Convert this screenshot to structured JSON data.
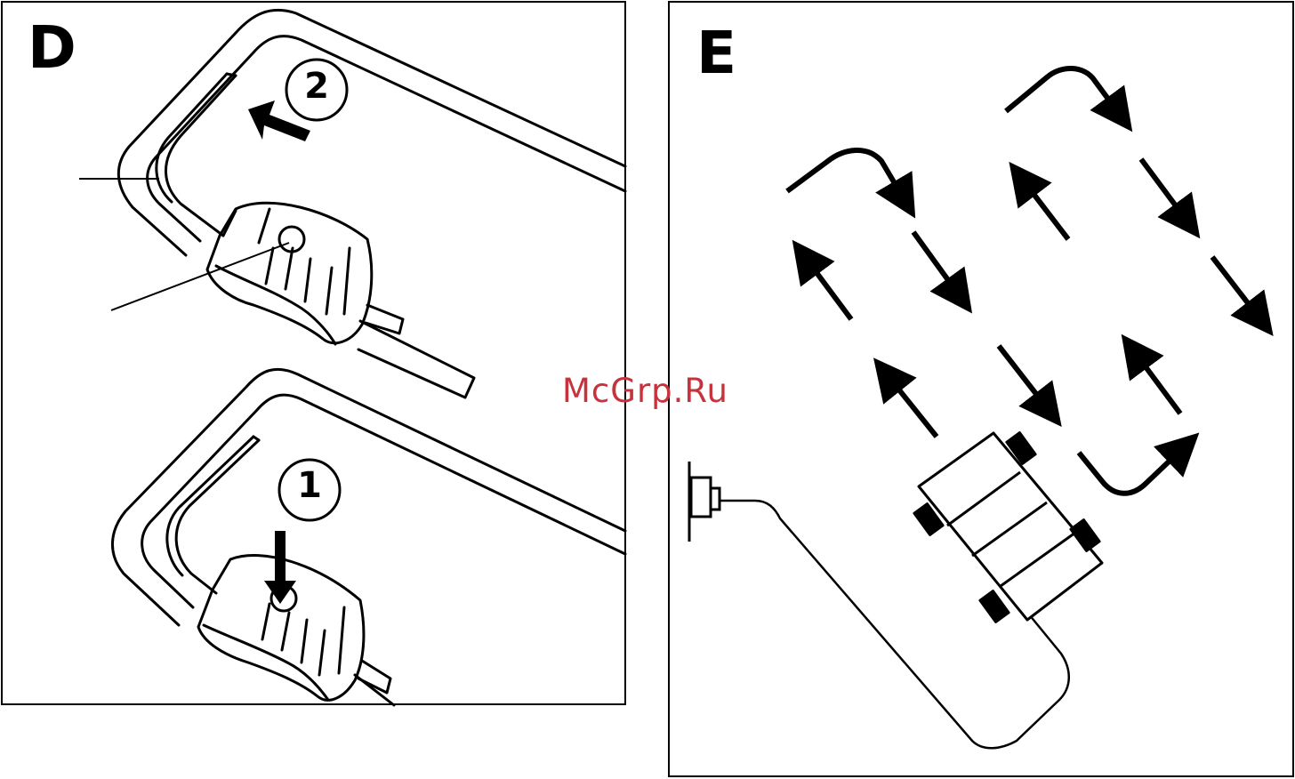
{
  "panels": {
    "d": {
      "label": "D"
    },
    "e": {
      "label": "E"
    }
  },
  "steps": {
    "step_1": "1",
    "step_2": "2"
  },
  "watermark": "McGrp.Ru",
  "colors": {
    "line": "#000000",
    "background": "#ffffff",
    "watermark": "#c8323c"
  }
}
